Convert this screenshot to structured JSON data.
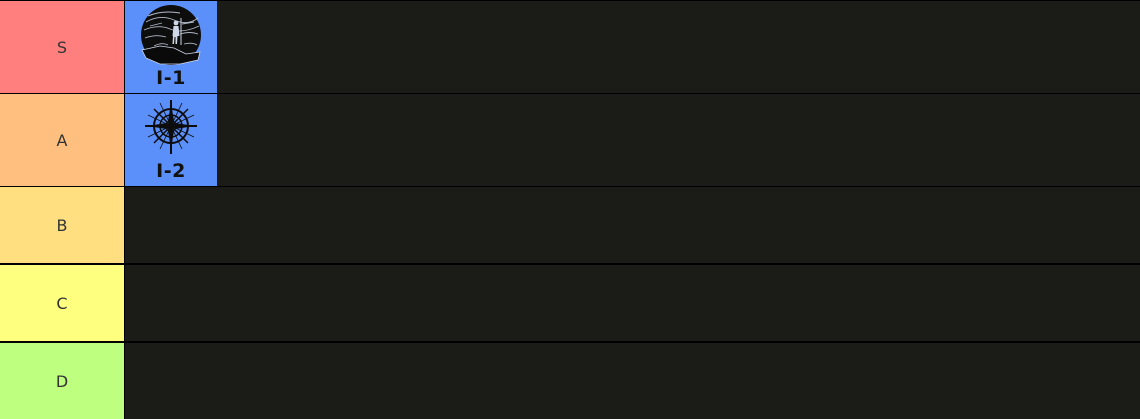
{
  "tiers": [
    {
      "label": "S",
      "color": "#ff7f7f",
      "items": [
        {
          "label": "I-1",
          "icon": "wanderer-on-cliff-icon"
        }
      ]
    },
    {
      "label": "A",
      "color": "#ffbf7f",
      "items": [
        {
          "label": "I-2",
          "icon": "compass-star-icon"
        }
      ]
    },
    {
      "label": "B",
      "color": "#ffdf7f",
      "items": []
    },
    {
      "label": "C",
      "color": "#ffff7f",
      "items": []
    },
    {
      "label": "D",
      "color": "#bfff7f",
      "items": []
    }
  ],
  "item_tile_color": "#5b8ff9",
  "row_background": "#1b1b17"
}
